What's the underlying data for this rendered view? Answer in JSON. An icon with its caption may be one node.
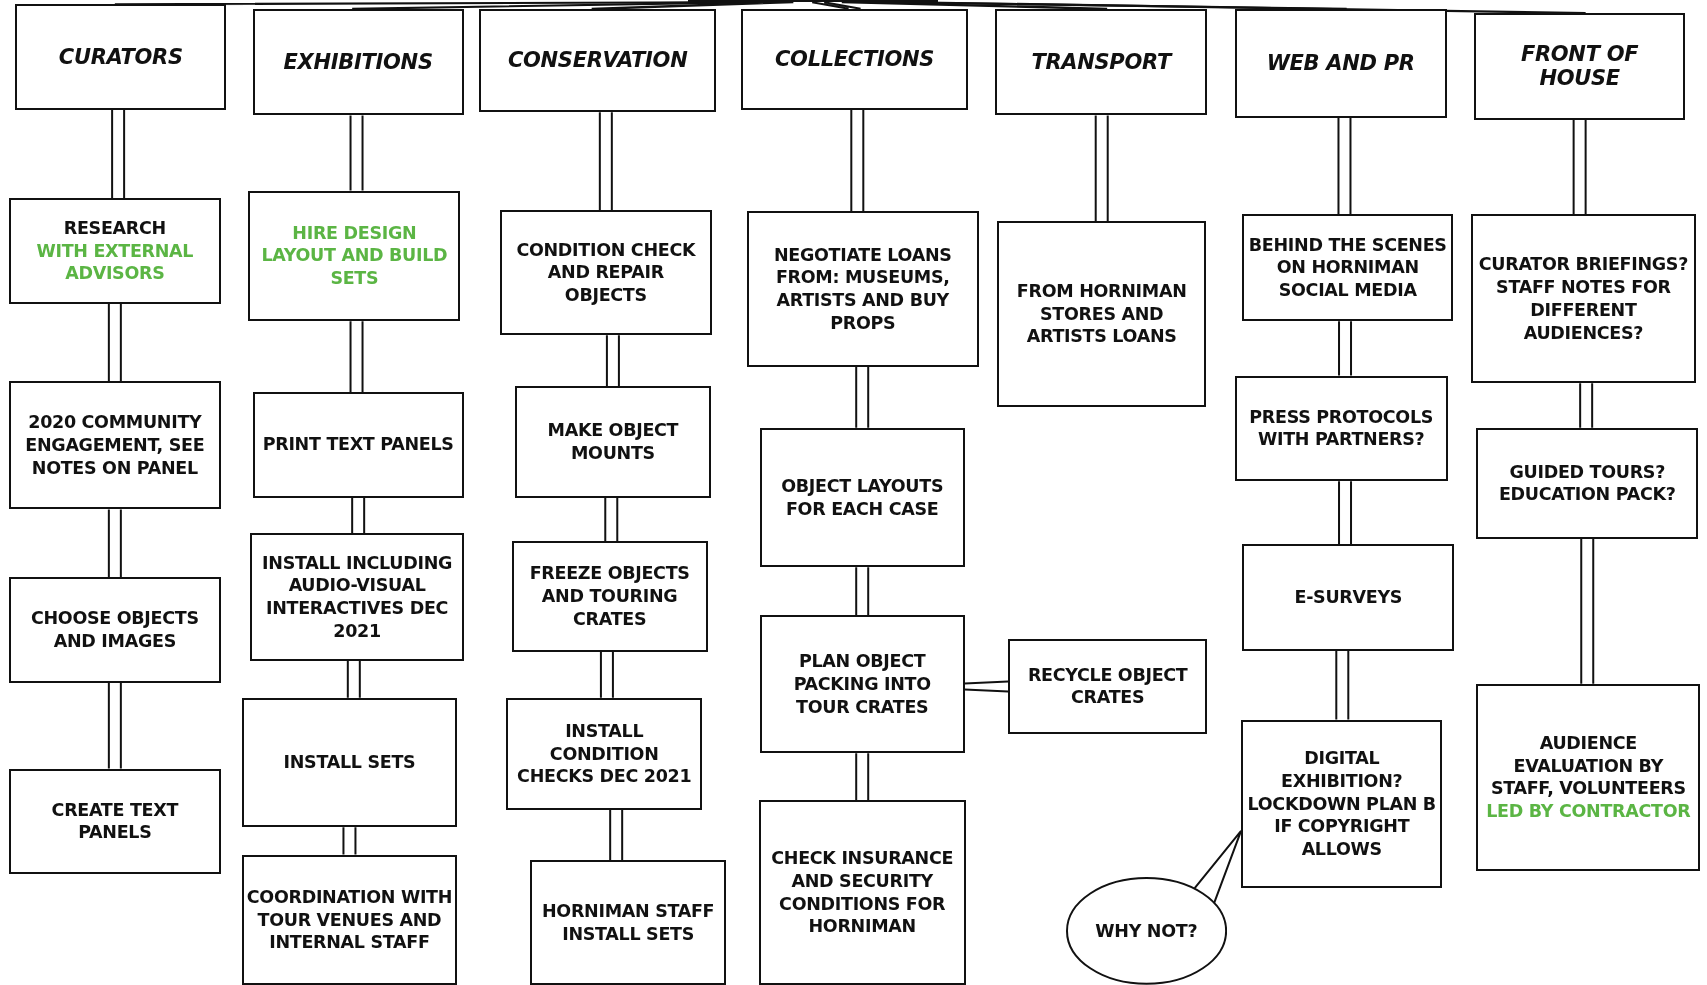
{
  "diagram": {
    "nodes": [
      {
        "text": [],
        "shape": "box"
      },
      {
        "text": [
          "CURATORS"
        ]
      },
      {
        "text": [
          "EXHIBITIONS"
        ]
      },
      {
        "text": [
          "CONSERVATION"
        ]
      },
      {
        "text": [
          "COLLECTIONS"
        ]
      },
      {
        "text": [
          "TRANSPORT"
        ]
      },
      {
        "text": [
          "WEB AND PR"
        ]
      },
      {
        "text": [
          "FRONT OF HOUSE"
        ]
      },
      {
        "text": [
          "RESEARCH",
          "WITH EXTERNAL ADVISORS"
        ]
      },
      {
        "text": [
          "2020 COMMUNITY ENGAGEMENT, SEE NOTES ON PANEL"
        ]
      },
      {
        "text": [
          "CHOOSE OBJECTS AND IMAGES"
        ]
      },
      {
        "text": [
          "CREATE TEXT PANELS"
        ]
      },
      {
        "text": [
          "HIRE DESIGN LAYOUT AND BUILD SETS"
        ]
      },
      {
        "text": [
          "PRINT TEXT PANELS"
        ]
      },
      {
        "text": [
          "INSTALL INCLUDING AUDIO-VISUAL INTERACTIVES DEC 2021"
        ]
      },
      {
        "text": [
          "INSTALL SETS"
        ]
      },
      {
        "text": [
          "COORDINATION WITH TOUR VENUES AND INTERNAL STAFF"
        ]
      },
      {
        "text": [
          "CONDITION CHECK AND REPAIR OBJECTS"
        ]
      },
      {
        "text": [
          "MAKE OBJECT MOUNTS"
        ]
      },
      {
        "text": [
          "FREEZE OBJECTS AND TOURING CRATES"
        ]
      },
      {
        "text": [
          "INSTALL CONDITION CHECKS DEC 2021"
        ]
      },
      {
        "text": [
          "HORNIMAN STAFF INSTALL SETS"
        ]
      },
      {
        "text": [
          "NEGOTIATE LOANS FROM: MUSEUMS, ARTISTS AND BUY PROPS"
        ]
      },
      {
        "text": [
          "OBJECT LAYOUTS FOR EACH CASE"
        ]
      },
      {
        "text": [
          "PLAN OBJECT PACKING INTO TOUR CRATES"
        ]
      },
      {
        "text": [
          "CHECK INSURANCE AND SECURITY CONDITIONS FOR HORNIMAN"
        ]
      },
      {
        "text": [
          "RECYCLE OBJECT CRATES"
        ]
      },
      {
        "text": [
          "FROM HORNIMAN STORES AND ARTISTS LOANS"
        ]
      },
      {
        "text": [
          "BEHIND THE SCENES ON HORNIMAN SOCIAL MEDIA"
        ]
      },
      {
        "text": [
          "PRESS PROTOCOLS WITH PARTNERS?"
        ]
      },
      {
        "text": [
          "E-SURVEYS"
        ]
      },
      {
        "text": [
          "DIGITAL EXHIBITION? LOCKDOWN PLAN B IF COPYRIGHT ALLOWS"
        ]
      },
      {
        "text": [
          "WHY NOT?"
        ]
      },
      {
        "text": [
          "CURATOR BRIEFINGS? STAFF NOTES FOR DIFFERENT AUDIENCES?"
        ]
      },
      {
        "text": [
          "GUIDED TOURS? EDUCATION PACK?"
        ]
      },
      {
        "text": [
          "AUDIENCE EVALUATION BY STAFF, VOLUNTEERS",
          "LED BY CONTRACTOR"
        ]
      }
    ],
    "edges": [
      {
        "from": 0,
        "to": 1,
        "arrow": "none"
      },
      {
        "from": 0,
        "to": 2,
        "arrow": "none"
      },
      {
        "from": 0,
        "to": 3,
        "arrow": "none"
      },
      {
        "from": 0,
        "to": 4,
        "arrow": "none"
      },
      {
        "from": 0,
        "to": 5,
        "arrow": "none"
      },
      {
        "from": 0,
        "to": 6,
        "arrow": "none"
      },
      {
        "from": 0,
        "to": 7,
        "arrow": "none"
      },
      {
        "from": 1,
        "to": 8,
        "arrow": "none"
      },
      {
        "from": 8,
        "to": 9,
        "arrow": "none"
      },
      {
        "from": 9,
        "to": 10,
        "arrow": "none"
      },
      {
        "from": 10,
        "to": 11,
        "arrow": "none"
      },
      {
        "from": 2,
        "to": 12,
        "arrow": "none"
      },
      {
        "from": 12,
        "to": 13,
        "arrow": "none"
      },
      {
        "from": 13,
        "to": 14,
        "arrow": "none"
      },
      {
        "from": 14,
        "to": 15,
        "arrow": "none"
      },
      {
        "from": 15,
        "to": 16,
        "arrow": "none"
      },
      {
        "from": 3,
        "to": 17,
        "arrow": "none"
      },
      {
        "from": 17,
        "to": 18,
        "arrow": "none"
      },
      {
        "from": 18,
        "to": 19,
        "arrow": "none"
      },
      {
        "from": 19,
        "to": 20,
        "arrow": "none"
      },
      {
        "from": 20,
        "to": 21,
        "arrow": "none"
      },
      {
        "from": 4,
        "to": 22,
        "arrow": "none"
      },
      {
        "from": 22,
        "to": 23,
        "arrow": "none"
      },
      {
        "from": 23,
        "to": 24,
        "arrow": "none"
      },
      {
        "from": 24,
        "to": 25,
        "arrow": "none"
      },
      {
        "from": 24,
        "to": 26,
        "arrow": "none"
      },
      {
        "from": 5,
        "to": 27,
        "arrow": "none"
      },
      {
        "from": 6,
        "to": 28,
        "arrow": "none"
      },
      {
        "from": 28,
        "to": 29,
        "arrow": "none"
      },
      {
        "from": 29,
        "to": 30,
        "arrow": "none"
      },
      {
        "from": 30,
        "to": 31,
        "arrow": "none"
      },
      {
        "from": 32,
        "to": 31,
        "arrow": "none"
      },
      {
        "from": 7,
        "to": 33,
        "arrow": "none"
      },
      {
        "from": 33,
        "to": 34,
        "arrow": "none"
      },
      {
        "from": 34,
        "to": 35,
        "arrow": "none"
      }
    ]
  }
}
